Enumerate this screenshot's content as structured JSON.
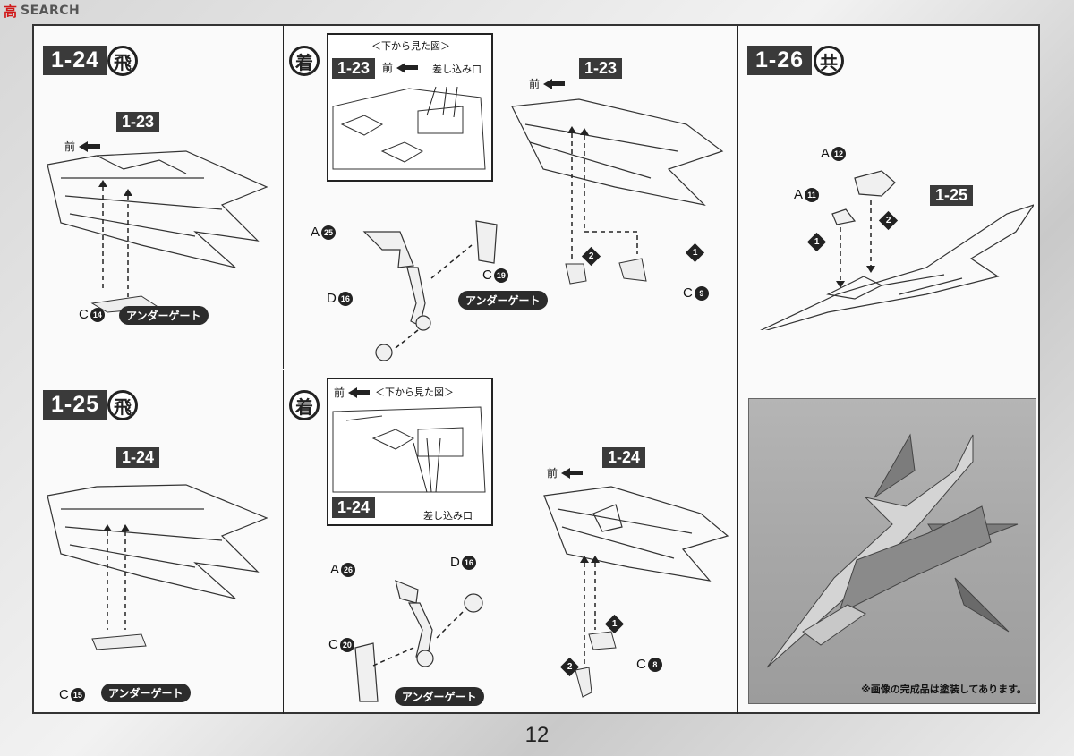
{
  "watermark": {
    "seal": "高",
    "text": "SEARCH"
  },
  "page_number": "12",
  "photo_note": "※画像の完成品は塗装してあります。",
  "steps": {
    "s124": {
      "id": "1-24",
      "badge": "飛",
      "ref": "1-23",
      "front": "前",
      "part": {
        "letter": "C",
        "num": "14"
      },
      "tag": "アンダーゲート"
    },
    "s124b": {
      "badge": "着",
      "ref": "1-23",
      "inset": {
        "title": "＜下から見た図＞",
        "front": "前",
        "insert": "差し込み口",
        "ref": "1-23"
      },
      "parts": [
        {
          "letter": "A",
          "num": "25"
        },
        {
          "letter": "C",
          "num": "19"
        },
        {
          "letter": "D",
          "num": "16"
        }
      ],
      "tag": "アンダーゲート",
      "front": "前",
      "part9": {
        "letter": "C",
        "num": "9"
      },
      "markers": [
        "2",
        "1"
      ]
    },
    "s126": {
      "id": "1-26",
      "badge": "共",
      "ref": "1-25",
      "parts": [
        {
          "letter": "A",
          "num": "12"
        },
        {
          "letter": "A",
          "num": "11"
        }
      ],
      "markers": [
        "1",
        "2"
      ]
    },
    "s125": {
      "id": "1-25",
      "badge": "飛",
      "ref": "1-24",
      "part": {
        "letter": "C",
        "num": "15"
      },
      "tag": "アンダーゲート"
    },
    "s125b": {
      "badge": "着",
      "inset": {
        "title": "＜下から見た図＞",
        "front": "前",
        "insert": "差し込み口",
        "ref": "1-24"
      },
      "parts": [
        {
          "letter": "A",
          "num": "26"
        },
        {
          "letter": "D",
          "num": "16"
        },
        {
          "letter": "C",
          "num": "20"
        }
      ],
      "tag": "アンダーゲート",
      "front": "前",
      "ref": "1-24",
      "part8": {
        "letter": "C",
        "num": "8"
      },
      "markers": [
        "1",
        "2"
      ]
    }
  }
}
